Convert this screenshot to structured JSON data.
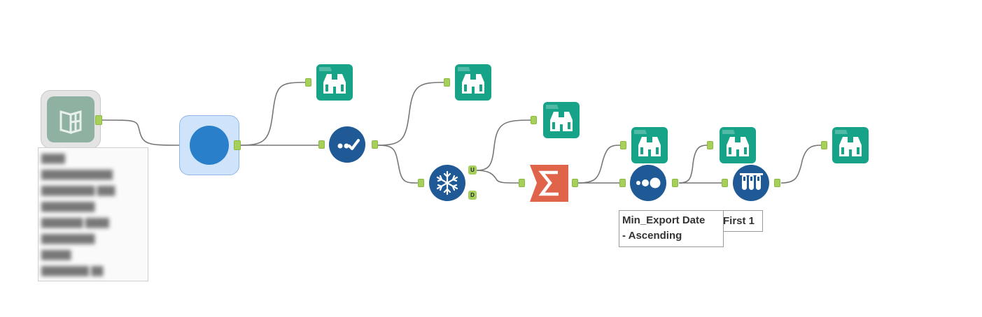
{
  "canvas": {
    "background": "#ffffff",
    "connector_color": "#666666",
    "anchor_color": "#a6d05a"
  },
  "colors": {
    "browse_tool": "#17a388",
    "preparation_tool": "#1f5a96",
    "summarize_tool": "#e0644a",
    "selected_tool_highlight": "#cfe3fb",
    "input_tool": "#8fb1a2"
  },
  "tools": {
    "input": {
      "icon": "book-icon"
    },
    "select": {
      "icon": "blue-circle-icon",
      "selected": true
    },
    "formula": {
      "icon": "checkmark-dots-icon"
    },
    "unique": {
      "icon": "snowflake-icon",
      "anchors": [
        "U",
        "D"
      ]
    },
    "summarize": {
      "icon": "sigma-icon"
    },
    "sort": {
      "icon": "three-dots-icon"
    },
    "sample": {
      "icon": "test-tubes-icon"
    },
    "browse": {
      "icon": "binoculars-icon"
    }
  },
  "anchor_labels": {
    "unique": "U",
    "duplicate": "D"
  },
  "annotations": {
    "sort": [
      "Min_Export Date",
      "- Ascending"
    ],
    "sample": "First 1"
  }
}
